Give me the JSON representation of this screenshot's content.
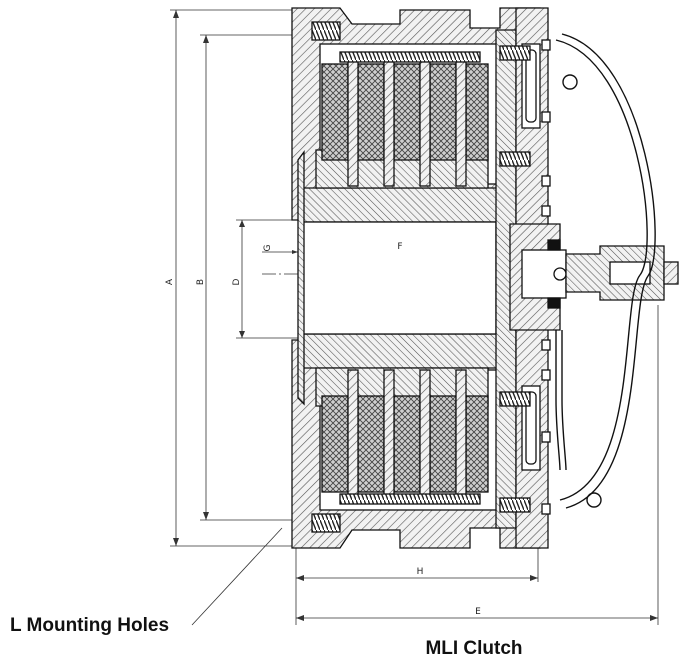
{
  "diagram": {
    "dimensions": {
      "a": "A",
      "b": "B",
      "d": "D",
      "g": "G",
      "f": "F",
      "h": "H",
      "e": "E"
    },
    "callout_label": "L Mounting Holes",
    "caption": "MLI Clutch"
  }
}
